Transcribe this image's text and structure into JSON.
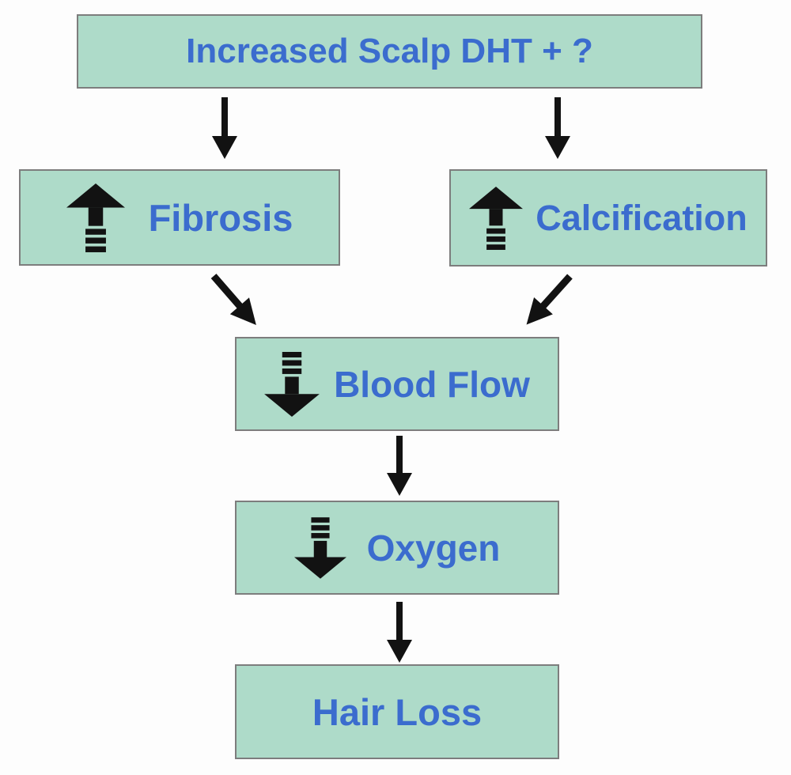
{
  "diagram": {
    "title": "Scalp DHT hair loss flowchart",
    "palette": {
      "background": "#fdfdfd",
      "box_fill": "#aedbc9",
      "box_border": "#7d7d7d",
      "label_blue": "#3b6cce",
      "arrow_black": "#121212"
    },
    "nodes": [
      {
        "id": "dht",
        "label": "Increased Scalp DHT + ?",
        "icon": null
      },
      {
        "id": "fibrosis",
        "label": "Fibrosis",
        "icon": "up-dashed-arrow-icon"
      },
      {
        "id": "calcification",
        "label": "Calcification",
        "icon": "up-dashed-arrow-icon"
      },
      {
        "id": "blood-flow",
        "label": "Blood Flow",
        "icon": "down-dashed-arrow-icon"
      },
      {
        "id": "oxygen",
        "label": "Oxygen",
        "icon": "down-dashed-arrow-icon"
      },
      {
        "id": "hair-loss",
        "label": "Hair Loss",
        "icon": null
      }
    ],
    "edges": [
      {
        "from": "Increased Scalp DHT + ?",
        "to": "Fibrosis",
        "shape": "vertical-down"
      },
      {
        "from": "Increased Scalp DHT + ?",
        "to": "Calcification",
        "shape": "vertical-down"
      },
      {
        "from": "Fibrosis",
        "to": "Blood Flow",
        "shape": "diagonal-down-right"
      },
      {
        "from": "Calcification",
        "to": "Blood Flow",
        "shape": "diagonal-down-left"
      },
      {
        "from": "Blood Flow",
        "to": "Oxygen",
        "shape": "vertical-down"
      },
      {
        "from": "Oxygen",
        "to": "Hair Loss",
        "shape": "vertical-down"
      }
    ]
  }
}
